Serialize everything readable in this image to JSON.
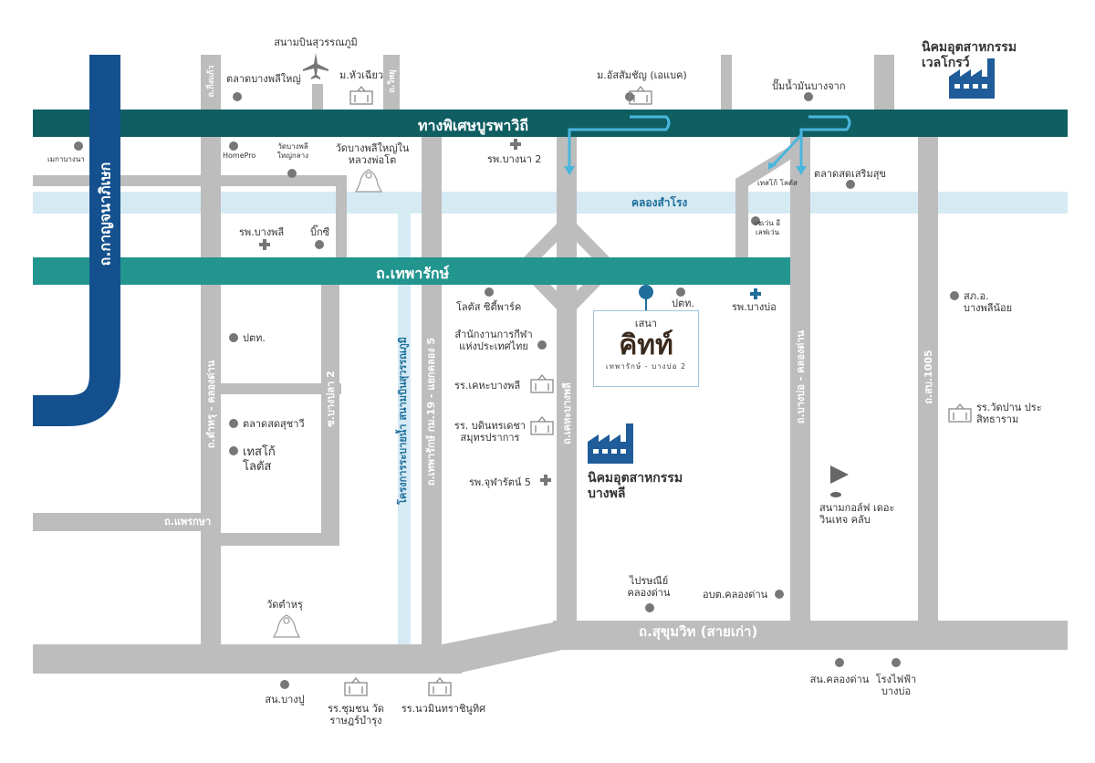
{
  "roads": {
    "motorway": "ทางพิเศษบูรพาวิถี",
    "canal": "คลองสำโรง",
    "thepharak": "ถ.เทพารักษ์",
    "kanchana": "ถ.กาญจนาภิเษก",
    "sukhumvit": "ถ.สุขุมวิท (สายเก่า)",
    "phraeksa": "ถ.แพรกษา",
    "kingkaew": "ถ.กิ่งแก้ว",
    "wittaya": "ถ.วิทยุ",
    "tamru": "ถ.ตำหรุ - คลองด่าน",
    "bangpla2": "ซ.บางปลา 2",
    "canal_project": "โครงการระบายน้ำ สนามบินสุวรรณภูมิ",
    "thepharak_km19": "ถ.เทพารักษ์ กม.19 - แยกคลอง 5",
    "kheha": "ถ.เคหะบางพลี",
    "bangbo": "ถ.บางบ่อ - คลองด่าน",
    "sp1005": "ถ.สบ.1005"
  },
  "places": {
    "airport": "สนามบินสุวรรณภูมิ",
    "market_bangphli": "ตลาดบางพลีใหญ่",
    "village_huachiao": "ม.หัวเฉียว",
    "univ_abac": "ม.อัสสัมชัญ (เอแบค)",
    "gas_bangchak": "ปั๊มน้ำมันบางจาก",
    "estate_welgrow": "นิคมอุตสาหกรรม เวลโกรว์",
    "mega_bangna": "เมกาบางนา",
    "homepro": "HomePro",
    "wat_bangphli_klang": "วัดบางพลี ใหญ่กลาง",
    "wat_bangphli_nai": "วัดบางพลีใหญ่ใน หลวงพ่อโต",
    "hosp_bangna2": "รพ.บางนา 2",
    "market_soemsuk": "ตลาดสดเสริมสุข",
    "tesco_lotus_top": "เทสโก้ โลตัส",
    "seven_eleven": "เซเว่น อีเลฟเว่น",
    "hosp_bangphli": "รพ.บางพลี",
    "bigc": "บิ๊กซี",
    "lotus_city_park": "โลตัส ซิตี้พาร์ค",
    "ptt_center": "ปตท.",
    "hosp_bangbo": "รพ.บางบ่อ",
    "sports_authority": "สำนักงานการกีฬา แห่งประเทศไทย",
    "school_kheha": "รร.เคหะบางพลี",
    "school_bodin": "รร. บดินทรเดชา สมุทรปราการ",
    "hosp_chularat5": "รพ.จุฬารัตน์ 5",
    "estate_bangphli": "นิคมอุตสาหกรรม บางพลี",
    "ptt_left": "ปตท.",
    "market_suchawee": "ตลาดสดสุชาวี",
    "tesco_lotus": "เทสโก้ โลตัส",
    "sko_bangphlinoi": "สภ.อ. บางพลีน้อย",
    "school_watpan": "รร.วัดปาน ประสิทธาราม",
    "golf": "สนามกอล์ฟ เดอะวินเทจ คลับ",
    "post_klongdan": "ไปรษณีย์ คลองด่าน",
    "obt_klongdan": "อบต.คลองด่าน",
    "wat_tamru": "วัดตำหรุ",
    "police_klongdan": "สน.คลองด่าน",
    "power_bangbo": "โรงไฟฟ้า บางบ่อ",
    "police_bangpu": "สน.บางปู",
    "school_wat_ratrat": "รร.ชุมชน วัดราษฎร์บำรุง",
    "school_nawamin": "รร.นวมินทราชินูทิศ"
  },
  "project": {
    "brand_top": "เสนา",
    "brand_main": "คิทท์",
    "brand_sub": "เทพารักษ์ - บางบ่อ 2"
  },
  "colors": {
    "motorway": "#0e5e62",
    "thepharak": "#23958f",
    "kanchana": "#14508e",
    "canal": "#d6eaf4",
    "road": "#bdbdbd",
    "arrow": "#4ab6de",
    "icon_blue": "#1f5c99"
  }
}
